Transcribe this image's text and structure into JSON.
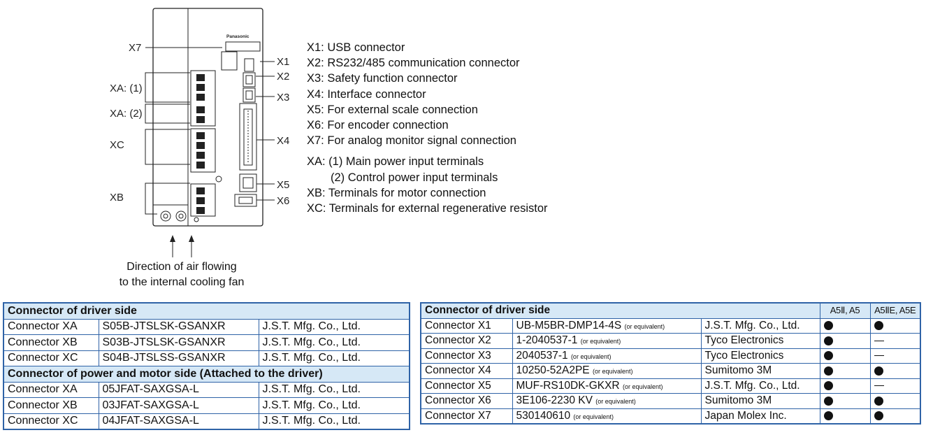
{
  "diagram_labels": {
    "x7": "X7",
    "xa1": "XA: (1)",
    "xa2": "XA: (2)",
    "xc": "XC",
    "xb": "XB",
    "x1": "X1",
    "x2": "X2",
    "x3": "X3",
    "x4": "X4",
    "x5": "X5",
    "x6": "X6",
    "brand": "Panasonic"
  },
  "descriptions": [
    "X1: USB connector",
    "X2: RS232/485 communication connector",
    "X3: Safety function connector",
    "X4: Interface connector",
    "X5: For external scale connection",
    "X6: For encoder connection",
    "X7: For analog monitor signal connection",
    "XA: (1) Main power input terminals",
    "(2) Control power input terminals",
    "XB: Terminals for motor connection",
    "XC: Terminals for external regenerative resistor"
  ],
  "airflow_caption": [
    "Direction of air flowing",
    "to the internal cooling fan"
  ],
  "left_table": {
    "header_driver": "Connector of driver side",
    "driver_rows": [
      [
        "Connector XA",
        "S05B-JTSLSK-GSANXR",
        "J.S.T. Mfg. Co., Ltd."
      ],
      [
        "Connector XB",
        "S03B-JTSLSK-GSANXR",
        "J.S.T. Mfg. Co., Ltd."
      ],
      [
        "Connector XC",
        "S04B-JTSLSS-GSANXR",
        "J.S.T. Mfg. Co., Ltd."
      ]
    ],
    "header_power": "Connector of power and motor side (Attached to the driver)",
    "power_rows": [
      [
        "Connector XA",
        "05JFAT-SAXGSA-L",
        "J.S.T. Mfg. Co., Ltd."
      ],
      [
        "Connector XB",
        "03JFAT-SAXGSA-L",
        "J.S.T. Mfg. Co., Ltd."
      ],
      [
        "Connector XC",
        "04JFAT-SAXGSA-L",
        "J.S.T. Mfg. Co., Ltd."
      ]
    ]
  },
  "right_table": {
    "header": "Connector of driver side",
    "col_a": "A5Ⅱ, A5",
    "col_b": "A5ⅡE, A5E",
    "rows": [
      {
        "name": "Connector X1",
        "part": "UB-M5BR-DMP14-4S",
        "note": "(or equivalent)",
        "maker": "J.S.T. Mfg. Co., Ltd.",
        "a": true,
        "b": true
      },
      {
        "name": "Connector X2",
        "part": "1-2040537-1",
        "note": "(or equivalent)",
        "maker": "Tyco Electronics",
        "a": true,
        "b": false
      },
      {
        "name": "Connector X3",
        "part": "2040537-1",
        "note": "(or equivalent)",
        "maker": "Tyco Electronics",
        "a": true,
        "b": false
      },
      {
        "name": "Connector X4",
        "part": "10250-52A2PE",
        "note": "(or equivalent)",
        "maker": "Sumitomo 3M",
        "a": true,
        "b": true
      },
      {
        "name": "Connector X5",
        "part": "MUF-RS10DK-GKXR",
        "note": "(or equivalent)",
        "maker": "J.S.T. Mfg. Co., Ltd.",
        "a": true,
        "b": false
      },
      {
        "name": "Connector X6",
        "part": "3E106-2230 KV",
        "note": "(or equivalent)",
        "maker": "Sumitomo 3M",
        "a": true,
        "b": true
      },
      {
        "name": "Connector X7",
        "part": "530140610",
        "note": "(or equivalent)",
        "maker": "Japan Molex Inc.",
        "a": true,
        "b": true
      }
    ]
  }
}
